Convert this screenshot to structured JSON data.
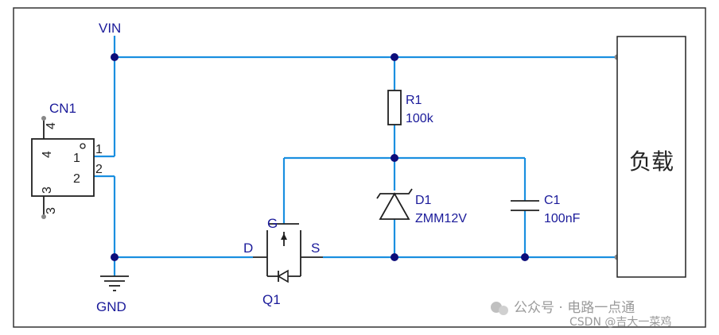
{
  "nets": {
    "vin": "VIN",
    "gnd": "GND"
  },
  "connector": {
    "ref": "CN1",
    "pin1": "1",
    "pin2": "2",
    "pin3": "3",
    "pin4": "4"
  },
  "resistor": {
    "ref": "R1",
    "value": "100k"
  },
  "zener": {
    "ref": "D1",
    "value": "ZMM12V"
  },
  "capacitor": {
    "ref": "C1",
    "value": "100nF"
  },
  "mosfet": {
    "ref": "Q1",
    "gate": "G",
    "drain": "D",
    "source": "S"
  },
  "load": {
    "label": "负载"
  },
  "watermark": {
    "account": "公众号 · 电路一点通",
    "credit": "CSDN @吉大一菜鸡"
  },
  "colors": {
    "wire": "#1a8fe0",
    "junction": "#0d0d7a",
    "label": "#1a1a9a",
    "component": "#202020"
  }
}
